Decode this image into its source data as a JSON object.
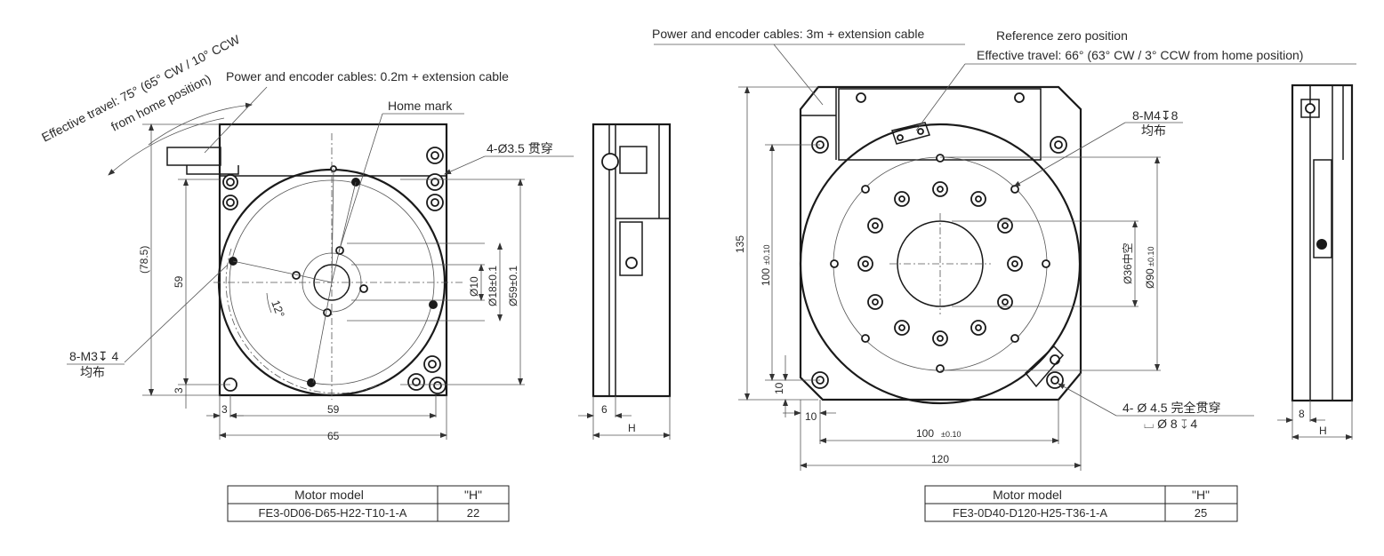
{
  "left_drawing": {
    "travel_note_line1": "Effective travel: 75° (65° CW / 10° CCW",
    "travel_note_line2": "from home position)",
    "cable_note": "Power and encoder cables: 0.2m + extension cable",
    "home_mark": "Home mark",
    "thru_holes": "4-Ø3.5 贯穿",
    "tapped_holes_line1": "8-M3↧ 4",
    "tapped_holes_line2": "均布",
    "angle": "12°",
    "dim_78_5": "(78.5)",
    "dim_59_v": "59",
    "dim_3_v": "3",
    "dim_3_h": "3",
    "dim_59_h": "59",
    "dim_65": "65",
    "dim_d10": "Ø10",
    "dim_d18": "Ø18±0.1",
    "dim_d59": "Ø59±0.1",
    "dim_6": "6",
    "dim_H": "H",
    "table": {
      "header_model": "Motor model",
      "header_h": "\"H\"",
      "model": "FE3-0D06-D65-H22-T10-1-A",
      "h": "22"
    }
  },
  "right_drawing": {
    "cable_note": "Power and encoder cables: 3m + extension cable",
    "ref_zero": "Reference zero position",
    "travel_note": "Effective travel: 66° (63° CW / 3° CCW from home position)",
    "tapped_holes_line1": "8-M4↧8",
    "tapped_holes_line2": "均布",
    "thru_holes_line1": "4- Ø 4.5 完全贯穿",
    "thru_holes_line2": "⌴ Ø 8 ↧ 4",
    "dim_135": "135",
    "dim_100_v": "100",
    "dim_100_v_tol": "±0.10",
    "dim_10_v": "10",
    "dim_10_h": "10",
    "dim_100_h": "100",
    "dim_100_h_tol": "±0.10",
    "dim_120": "120",
    "dim_d36": "Ø36中空",
    "dim_d90": "Ø90",
    "dim_d90_tol": "±0.10",
    "dim_8": "8",
    "dim_H": "H",
    "table": {
      "header_model": "Motor model",
      "header_h": "\"H\"",
      "model": "FE3-0D40-D120-H25-T36-1-A",
      "h": "25"
    }
  }
}
